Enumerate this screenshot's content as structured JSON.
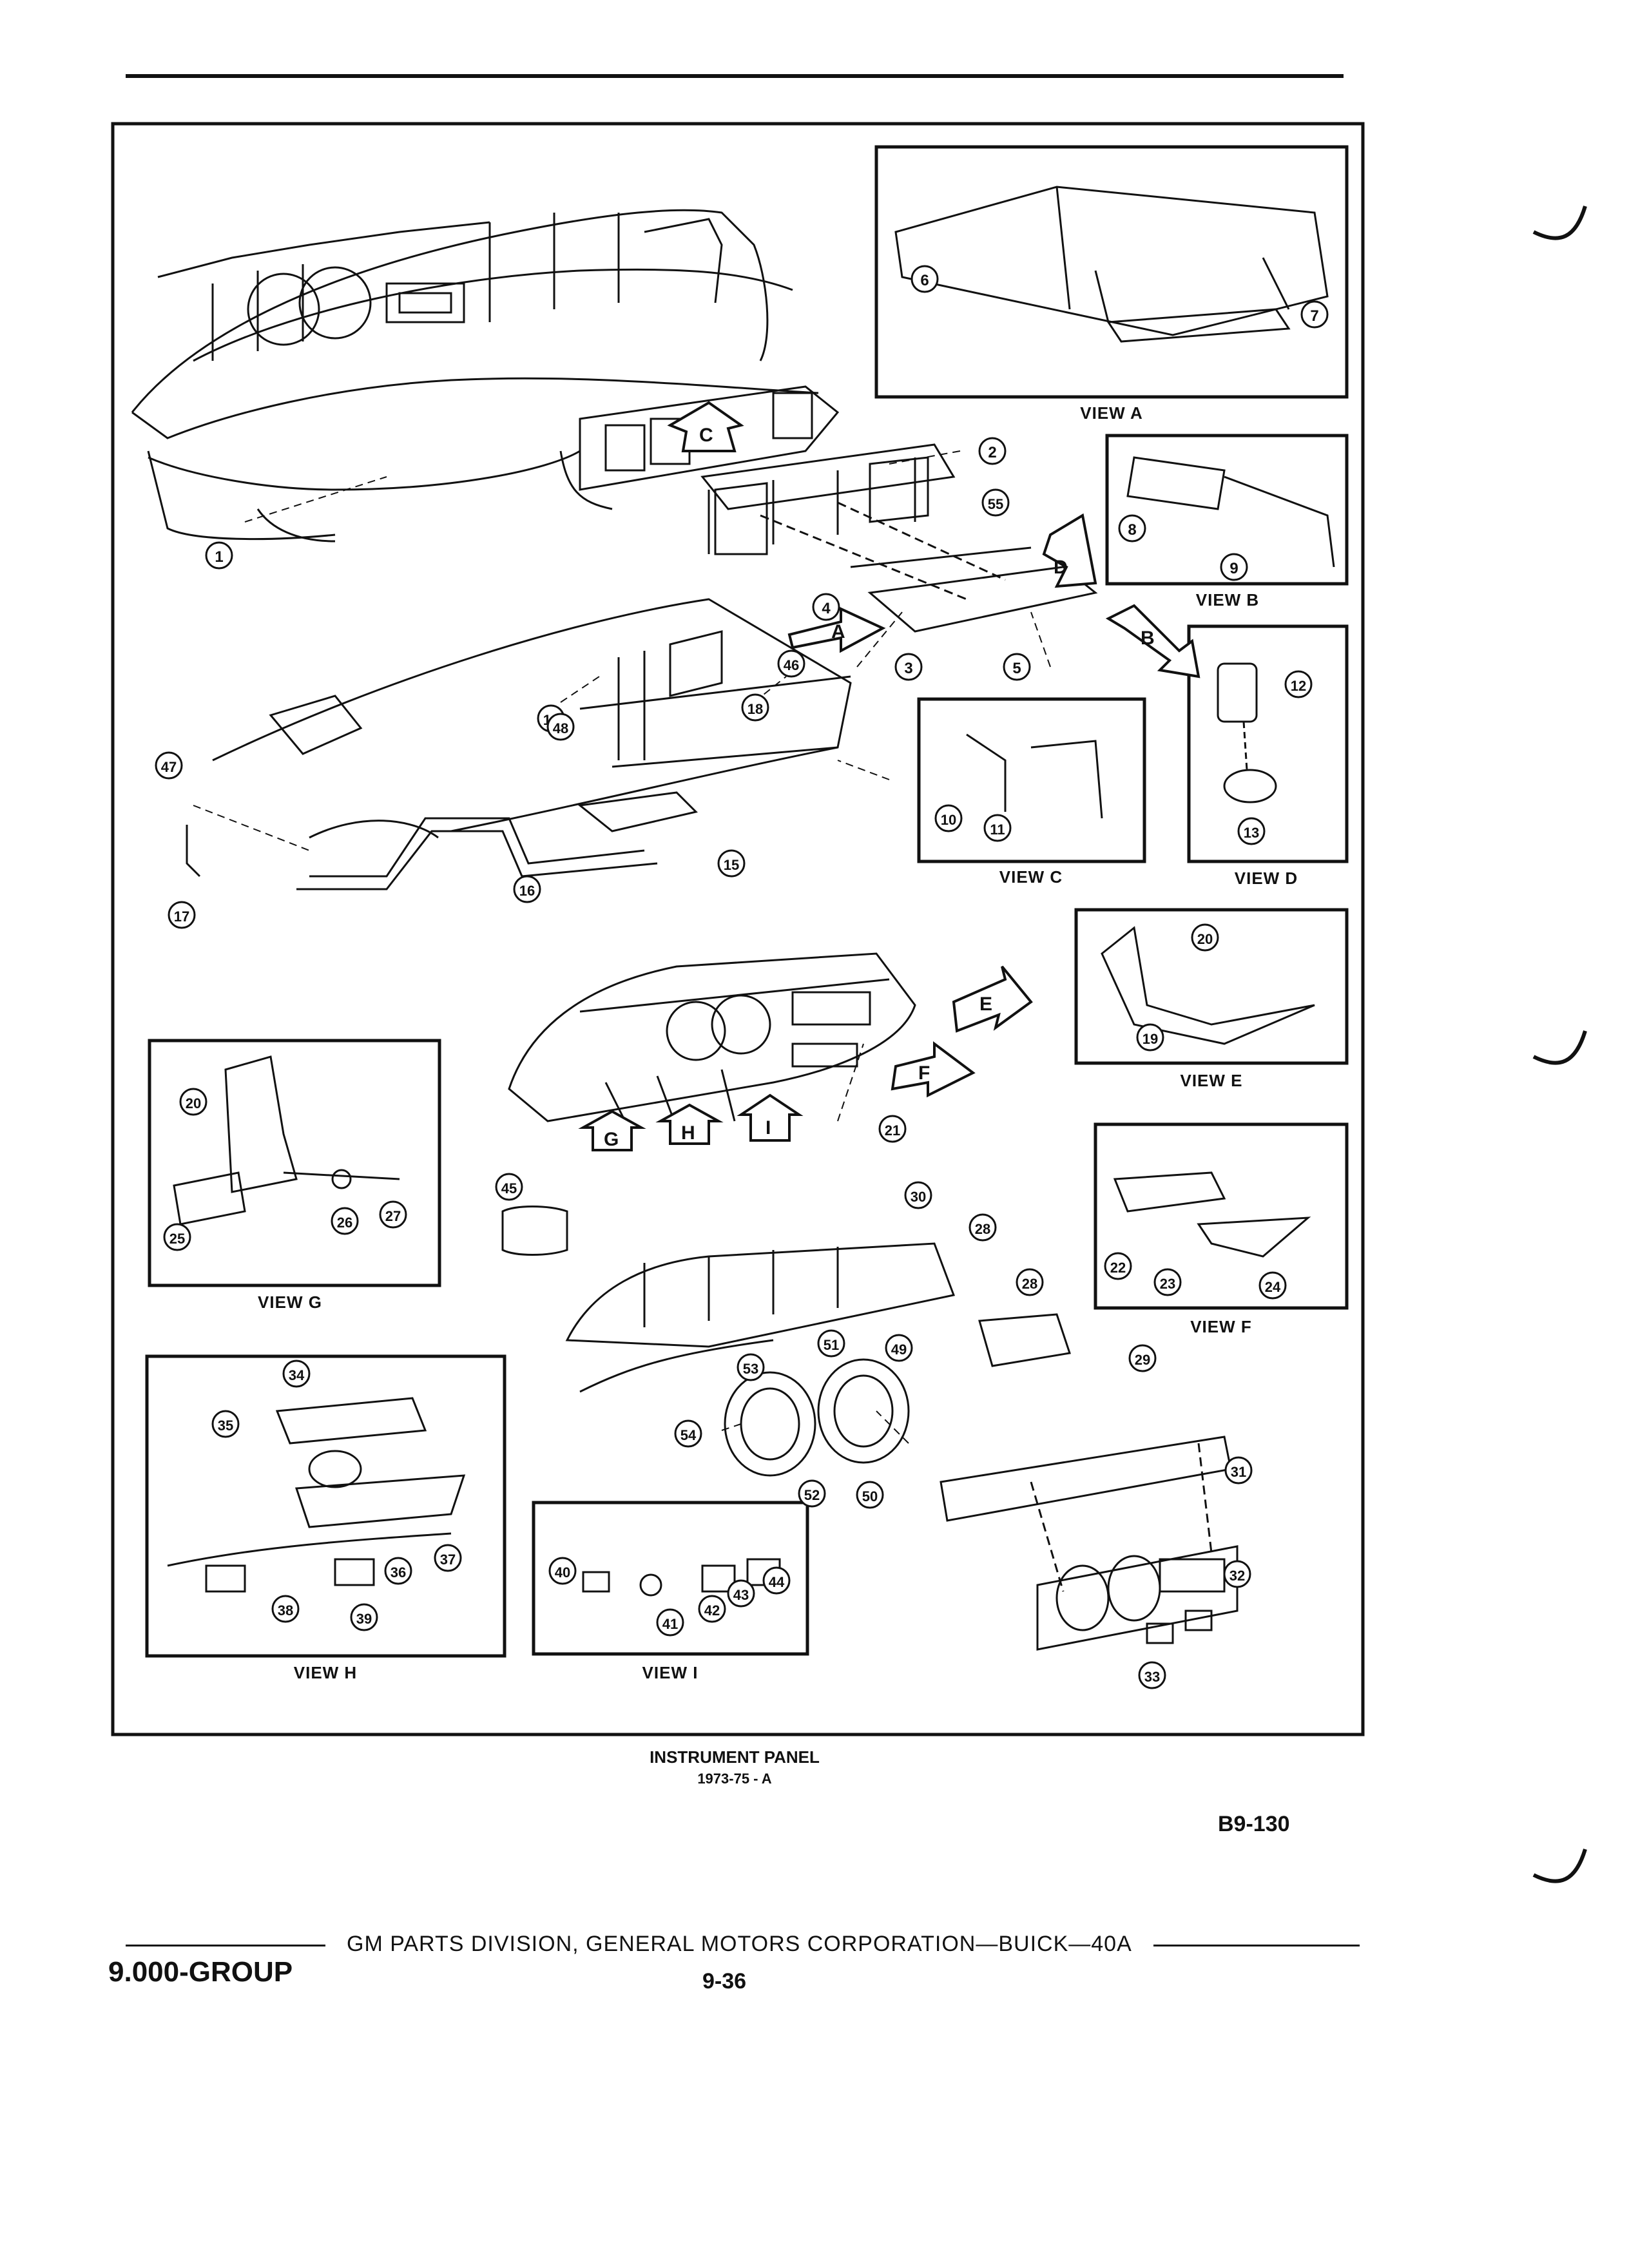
{
  "views": [
    {
      "id": "A",
      "label": "VIEW A"
    },
    {
      "id": "B",
      "label": "VIEW B"
    },
    {
      "id": "C",
      "label": "VIEW C"
    },
    {
      "id": "D",
      "label": "VIEW D"
    },
    {
      "id": "E",
      "label": "VIEW E"
    },
    {
      "id": "F",
      "label": "VIEW F"
    },
    {
      "id": "G",
      "label": "VIEW G"
    },
    {
      "id": "H",
      "label": "VIEW H"
    },
    {
      "id": "I",
      "label": "VIEW I"
    }
  ],
  "callouts": [
    "1",
    "2",
    "3",
    "4",
    "5",
    "6",
    "7",
    "8",
    "9",
    "10",
    "11",
    "12",
    "13",
    "14",
    "15",
    "16",
    "17",
    "18",
    "19",
    "20",
    "21",
    "22",
    "23",
    "24",
    "25",
    "26",
    "27",
    "28",
    "29",
    "30",
    "31",
    "32",
    "33",
    "34",
    "35",
    "36",
    "37",
    "38",
    "39",
    "40",
    "41",
    "42",
    "43",
    "44",
    "45",
    "46",
    "47",
    "48",
    "49",
    "50",
    "51",
    "52",
    "53",
    "54",
    "55"
  ],
  "arrows": [
    "A",
    "B",
    "C",
    "D",
    "E",
    "F",
    "G",
    "H",
    "I"
  ],
  "caption": {
    "title": "INSTRUMENT PANEL",
    "subtitle": "1973-75 - A"
  },
  "figure_code": "B9-130",
  "footer": {
    "group": "9.000-GROUP",
    "division": "GM PARTS DIVISION, GENERAL MOTORS CORPORATION—BUICK—40A",
    "page": "9-36"
  }
}
